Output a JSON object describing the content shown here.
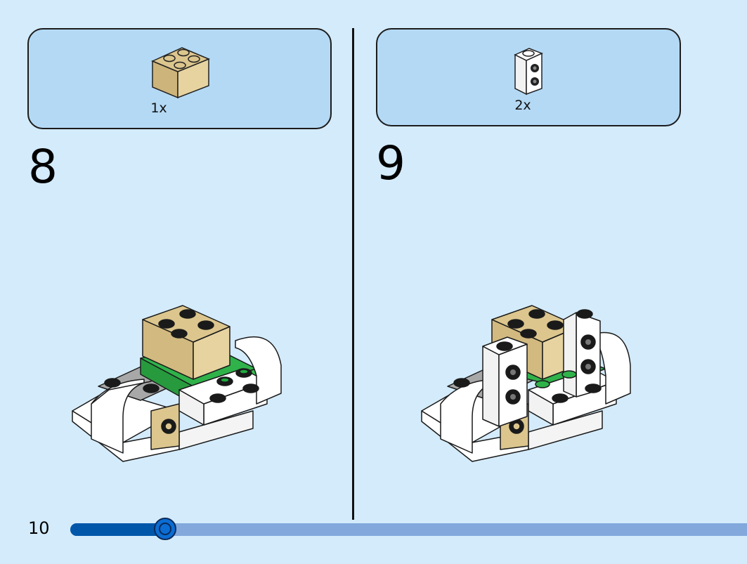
{
  "page": {
    "number": "10",
    "progress_fraction": 0.14
  },
  "steps": [
    {
      "number": "8",
      "parts": [
        {
          "icon": "tan-2x2-brick-icon",
          "quantity": "1x"
        }
      ]
    },
    {
      "number": "9",
      "parts": [
        {
          "icon": "white-1x1-brick-with-side-studs-icon",
          "quantity": "2x"
        }
      ]
    }
  ],
  "colors": {
    "page_background": "#d4ebfb",
    "parts_box": "#b4d9f5",
    "brick_tan": "#dcc68e",
    "brick_white": "#ffffff",
    "brick_green": "#2fb24a",
    "brick_gray": "#a8a8a8",
    "progress_fill": "#0057aa",
    "progress_track": "#82a8dc"
  }
}
